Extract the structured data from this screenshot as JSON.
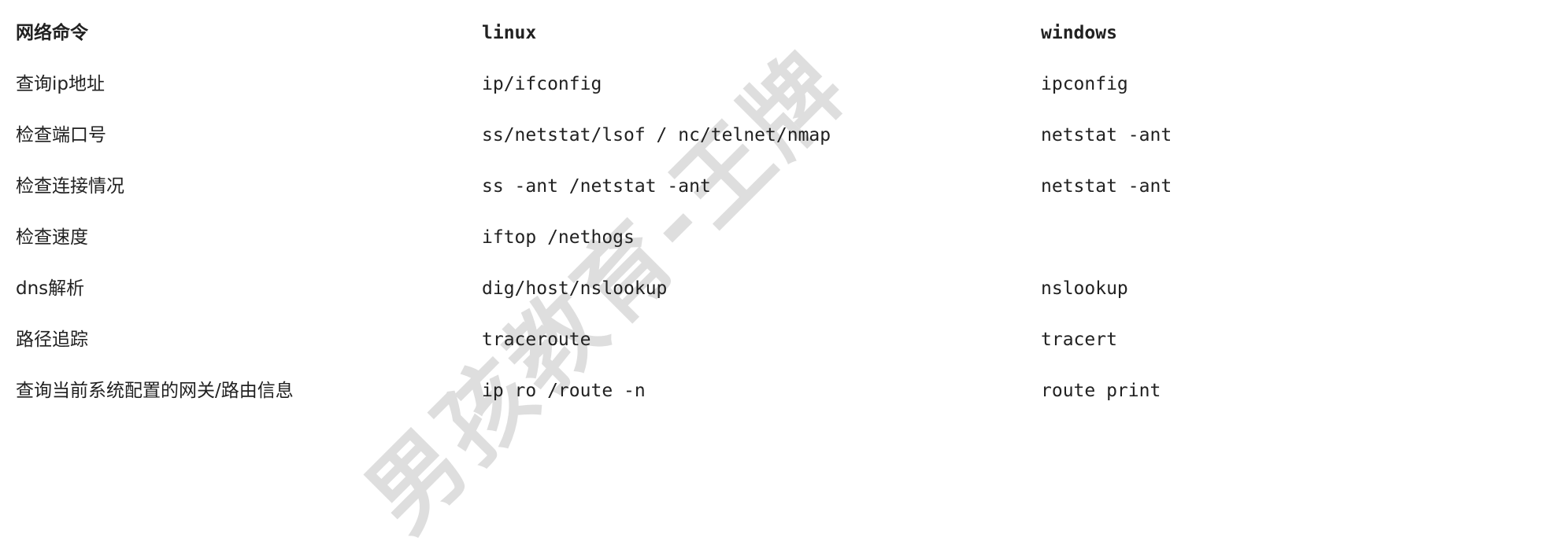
{
  "watermark": {
    "text": "男孩教育-王牌",
    "color": "#dedede"
  },
  "table": {
    "headers": [
      "网络命令",
      "linux",
      "windows"
    ],
    "rows": [
      {
        "name": "查询ip地址",
        "linux": "ip/ifconfig",
        "windows": "ipconfig"
      },
      {
        "name": "检查端口号",
        "linux": "ss/netstat/lsof / nc/telnet/nmap",
        "windows": "netstat -ant"
      },
      {
        "name": "检查连接情况",
        "linux": "ss -ant /netstat -ant",
        "windows": "netstat -ant"
      },
      {
        "name": "检查速度",
        "linux": "iftop /nethogs",
        "windows": ""
      },
      {
        "name": "dns解析",
        "linux": "dig/host/nslookup",
        "windows": "nslookup"
      },
      {
        "name": "路径追踪",
        "linux": "traceroute",
        "windows": "tracert"
      },
      {
        "name": "查询当前系统配置的网关/路由信息",
        "linux": "ip ro /route -n",
        "windows": "route print"
      }
    ]
  }
}
